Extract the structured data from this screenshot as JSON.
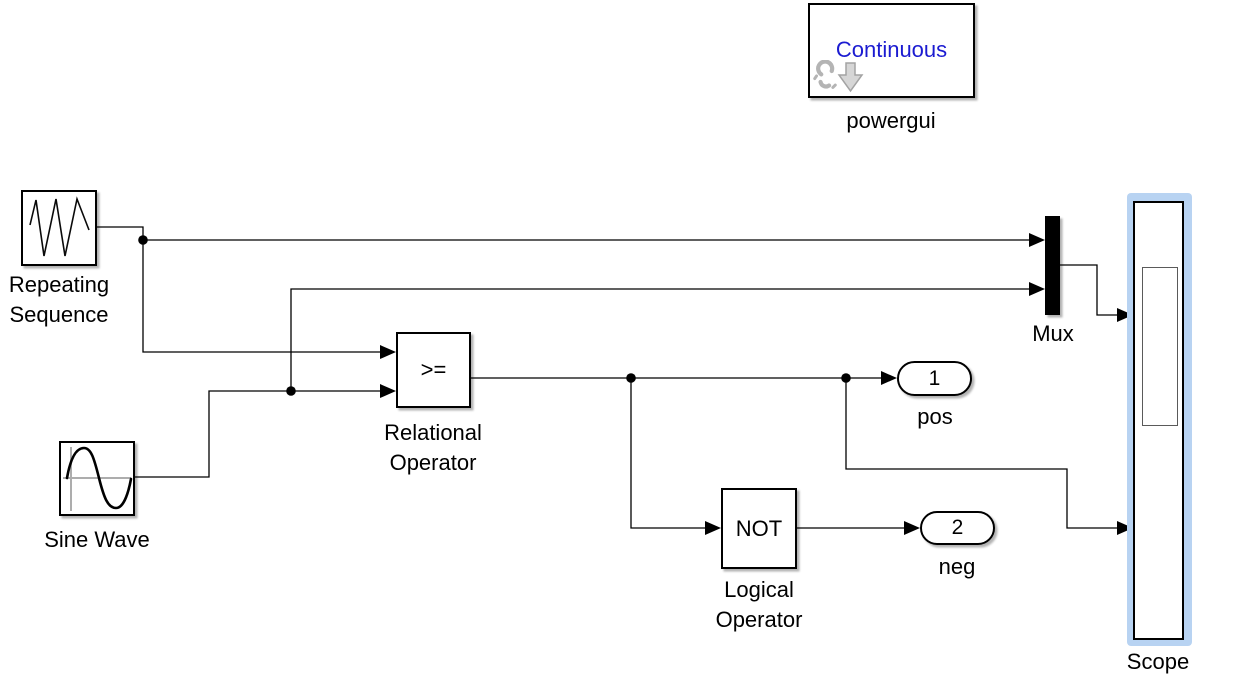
{
  "blocks": {
    "powergui": {
      "mode": "Continuous",
      "name": "powergui"
    },
    "repeating_sequence": {
      "name_line1": "Repeating",
      "name_line2": "Sequence"
    },
    "sine_wave": {
      "name": "Sine Wave"
    },
    "relational_operator": {
      "operator": ">=",
      "name_line1": "Relational",
      "name_line2": "Operator"
    },
    "logical_operator": {
      "operator": "NOT",
      "name_line1": "Logical",
      "name_line2": "Operator"
    },
    "mux": {
      "name": "Mux"
    },
    "scope": {
      "name": "Scope",
      "selected": true
    },
    "outport_pos": {
      "port_number": "1",
      "name": "pos"
    },
    "outport_neg": {
      "port_number": "2",
      "name": "neg"
    }
  },
  "colors": {
    "powergui_mode_text": "#1b1bd1",
    "selection_highlight": "#b8d3f2",
    "wire": "#000000",
    "block_border": "#000000",
    "block_fill": "#ffffff",
    "canvas_background": "#ffffff",
    "icon_gray": "#b4b4b4"
  }
}
